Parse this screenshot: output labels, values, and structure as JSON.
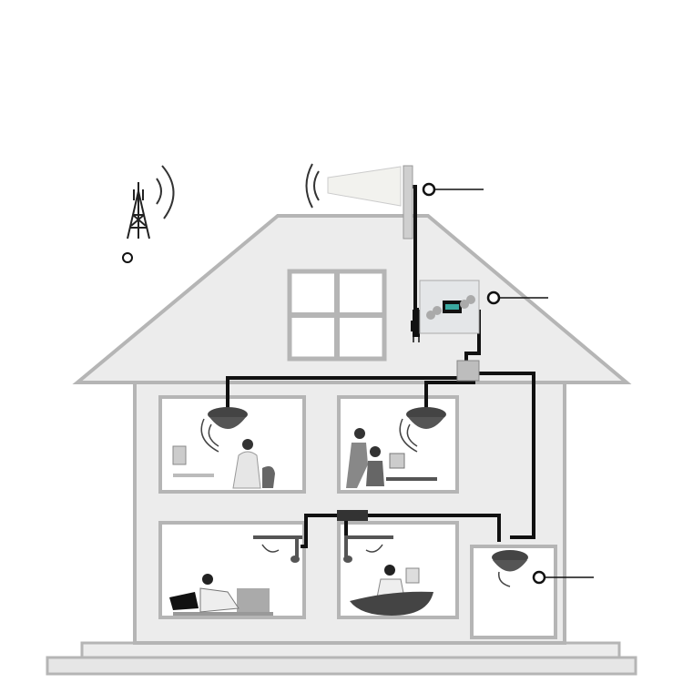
{
  "diagram": {
    "colors": {
      "house_fill": "#ececec",
      "house_outline": "#b5b5b5",
      "room_fill": "#ffffff",
      "cable": "#111111",
      "callout": "#111111"
    },
    "icons": [
      "cell-tower-icon",
      "outdoor-antenna-icon",
      "signal-booster-icon",
      "splitter-icon",
      "ceiling-antenna-icon",
      "panel-antenna-icon",
      "signal-wave-icon"
    ],
    "callouts": [
      "outdoor-antenna",
      "booster",
      "indoor-antenna",
      "cell-tower"
    ]
  }
}
